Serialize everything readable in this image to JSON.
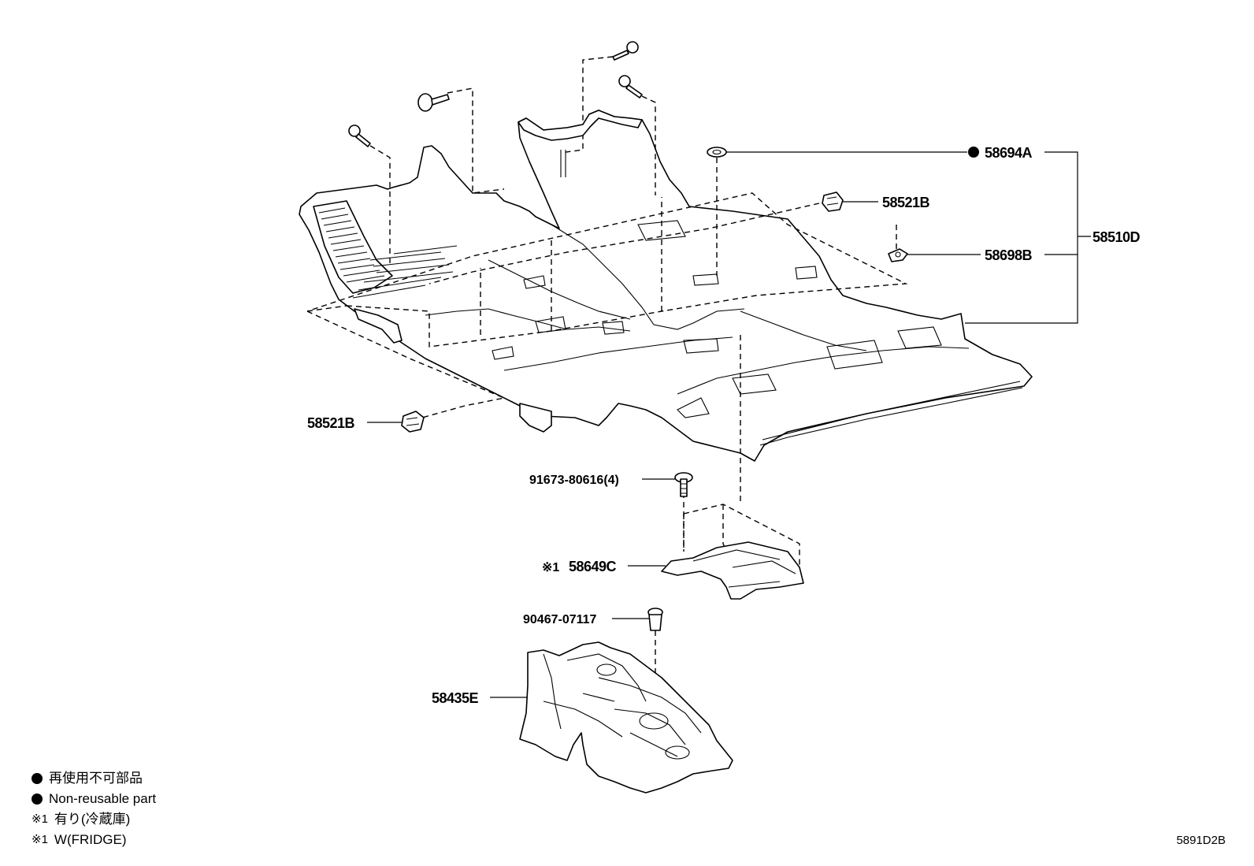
{
  "callouts": {
    "c58694A": "58694A",
    "c58521B_top": "58521B",
    "c58698B": "58698B",
    "c58510D": "58510D",
    "c58521B_left": "58521B",
    "c91673": "91673-80616(4)",
    "c58649C_mark": "※1",
    "c58649C": "58649C",
    "c90467": "90467-07117",
    "c58435E": "58435E"
  },
  "legend": {
    "non_reusable_ja": "再使用不可部品",
    "non_reusable_en": "Non-reusable part",
    "note1_mark": "※1",
    "note1_ja": "有り(冷蔵庫)",
    "note1_en": "W(FRIDGE)"
  },
  "diagram_code": "5891D2B",
  "colors": {
    "ink": "#000000",
    "paper": "#ffffff"
  }
}
